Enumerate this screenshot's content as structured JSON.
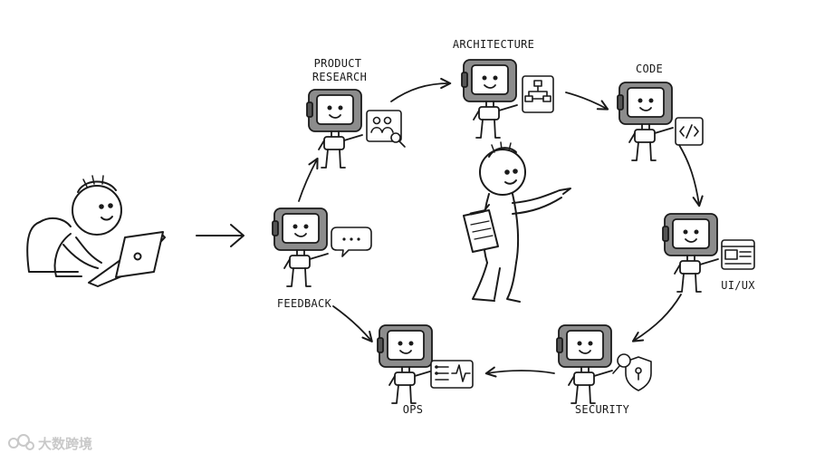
{
  "stages": {
    "product_research": [
      "PRODUCT",
      "RESEARCH"
    ],
    "architecture": "ARCHITECTURE",
    "code": "CODE",
    "ui_ux": "UI/UX",
    "security": "SECURITY",
    "ops": "OPS",
    "feedback": "FEEDBACK"
  },
  "watermark": "大数跨境",
  "icons": {
    "product_research": "users-magnifier-icon",
    "architecture": "flowchart-icon",
    "code": "code-brackets-icon",
    "ui_ux": "wireframe-window-icon",
    "security": "shield-lock-icon",
    "ops": "server-heartbeat-icon",
    "feedback": "chat-bubble-icon"
  },
  "colors": {
    "ink": "#1a1a1a",
    "monitor": "#8c8c8c",
    "screen": "#ffffff",
    "watermark": "#c9c9c9"
  }
}
